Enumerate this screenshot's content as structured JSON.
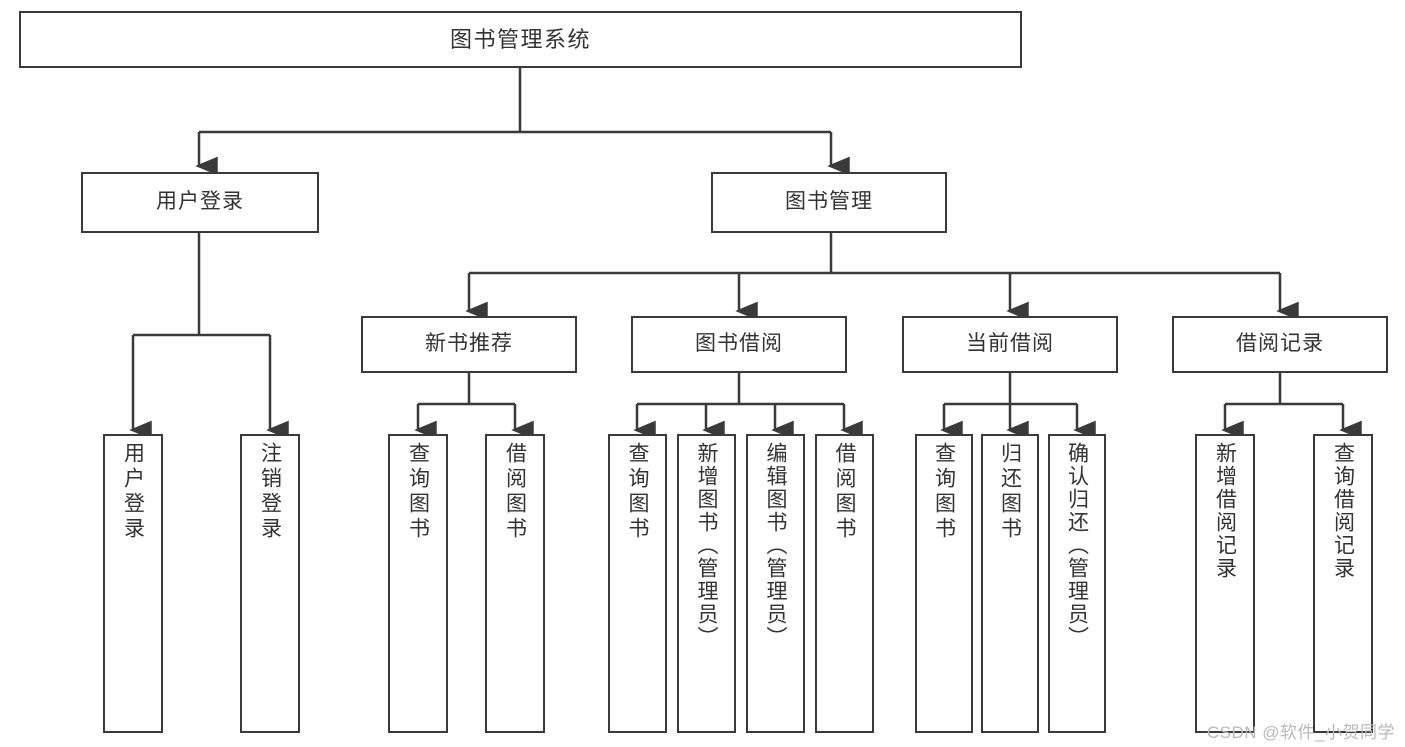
{
  "diagram": {
    "type": "tree-hierarchy",
    "title": "图书管理系统",
    "root": {
      "label": "图书管理系统"
    },
    "level1": [
      {
        "label": "用户登录"
      },
      {
        "label": "图书管理"
      }
    ],
    "level2": [
      {
        "label": "新书推荐"
      },
      {
        "label": "图书借阅"
      },
      {
        "label": "当前借阅"
      },
      {
        "label": "借阅记录"
      }
    ],
    "leaves": {
      "user_login": [
        {
          "label": "用户登录"
        },
        {
          "label": "注销登录"
        }
      ],
      "new_book": [
        {
          "label": "查询图书"
        },
        {
          "label": "借阅图书"
        }
      ],
      "book_borrow": [
        {
          "label": "查询图书"
        },
        {
          "label": "新增图书（管理员）"
        },
        {
          "label": "编辑图书（管理员）"
        },
        {
          "label": "借阅图书"
        }
      ],
      "current_borrow": [
        {
          "label": "查询图书"
        },
        {
          "label": "归还图书"
        },
        {
          "label": "确认归还（管理员）"
        }
      ],
      "borrow_record": [
        {
          "label": "新增借阅记录"
        },
        {
          "label": "查询借阅记录"
        }
      ]
    }
  },
  "watermark": {
    "text": "CSDN @软件_小贺同学"
  },
  "colors": {
    "line": "#3a3a3a",
    "box_fill": "#ffffff",
    "text": "#333333",
    "watermark": "#b9b9b9",
    "background": "#fefefe"
  }
}
